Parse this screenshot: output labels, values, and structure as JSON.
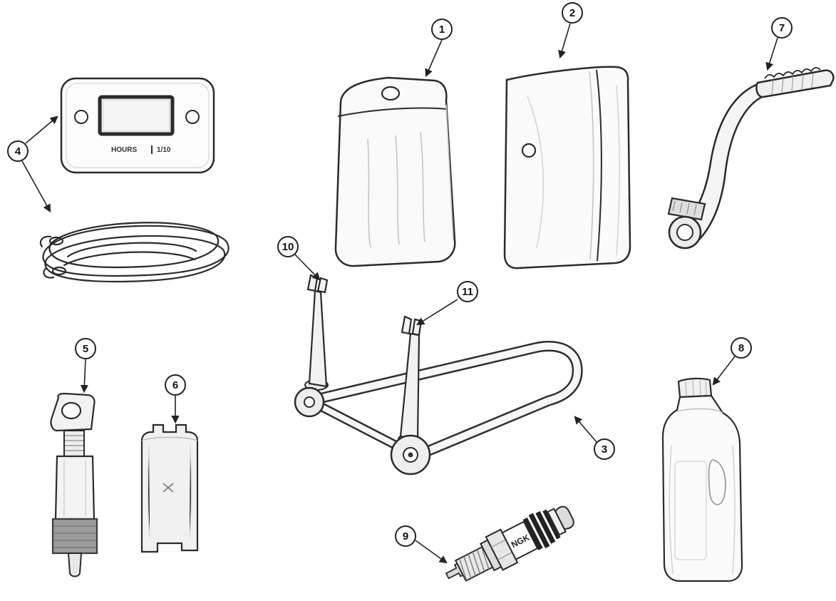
{
  "diagram": {
    "background": "#ffffff",
    "line_color": "#2b2b2b",
    "callouts": [
      {
        "number": "1",
        "part": "tool-pouch"
      },
      {
        "number": "2",
        "part": "storage-bag"
      },
      {
        "number": "3",
        "part": "paddock-stand"
      },
      {
        "number": "4",
        "part": "hour-meter-with-wiring"
      },
      {
        "number": "5",
        "part": "cylinder-tool"
      },
      {
        "number": "6",
        "part": "castle-socket-tool"
      },
      {
        "number": "7",
        "part": "kick-start-lever"
      },
      {
        "number": "8",
        "part": "oil-bottle"
      },
      {
        "number": "9",
        "part": "spark-plug"
      },
      {
        "number": "10",
        "part": "stand-fork-left"
      },
      {
        "number": "11",
        "part": "stand-fork-right"
      }
    ]
  },
  "parts_text": {
    "hour_meter_label": "HOURS",
    "hour_meter_unit": "1/10",
    "spark_plug_brand": "NGK"
  }
}
